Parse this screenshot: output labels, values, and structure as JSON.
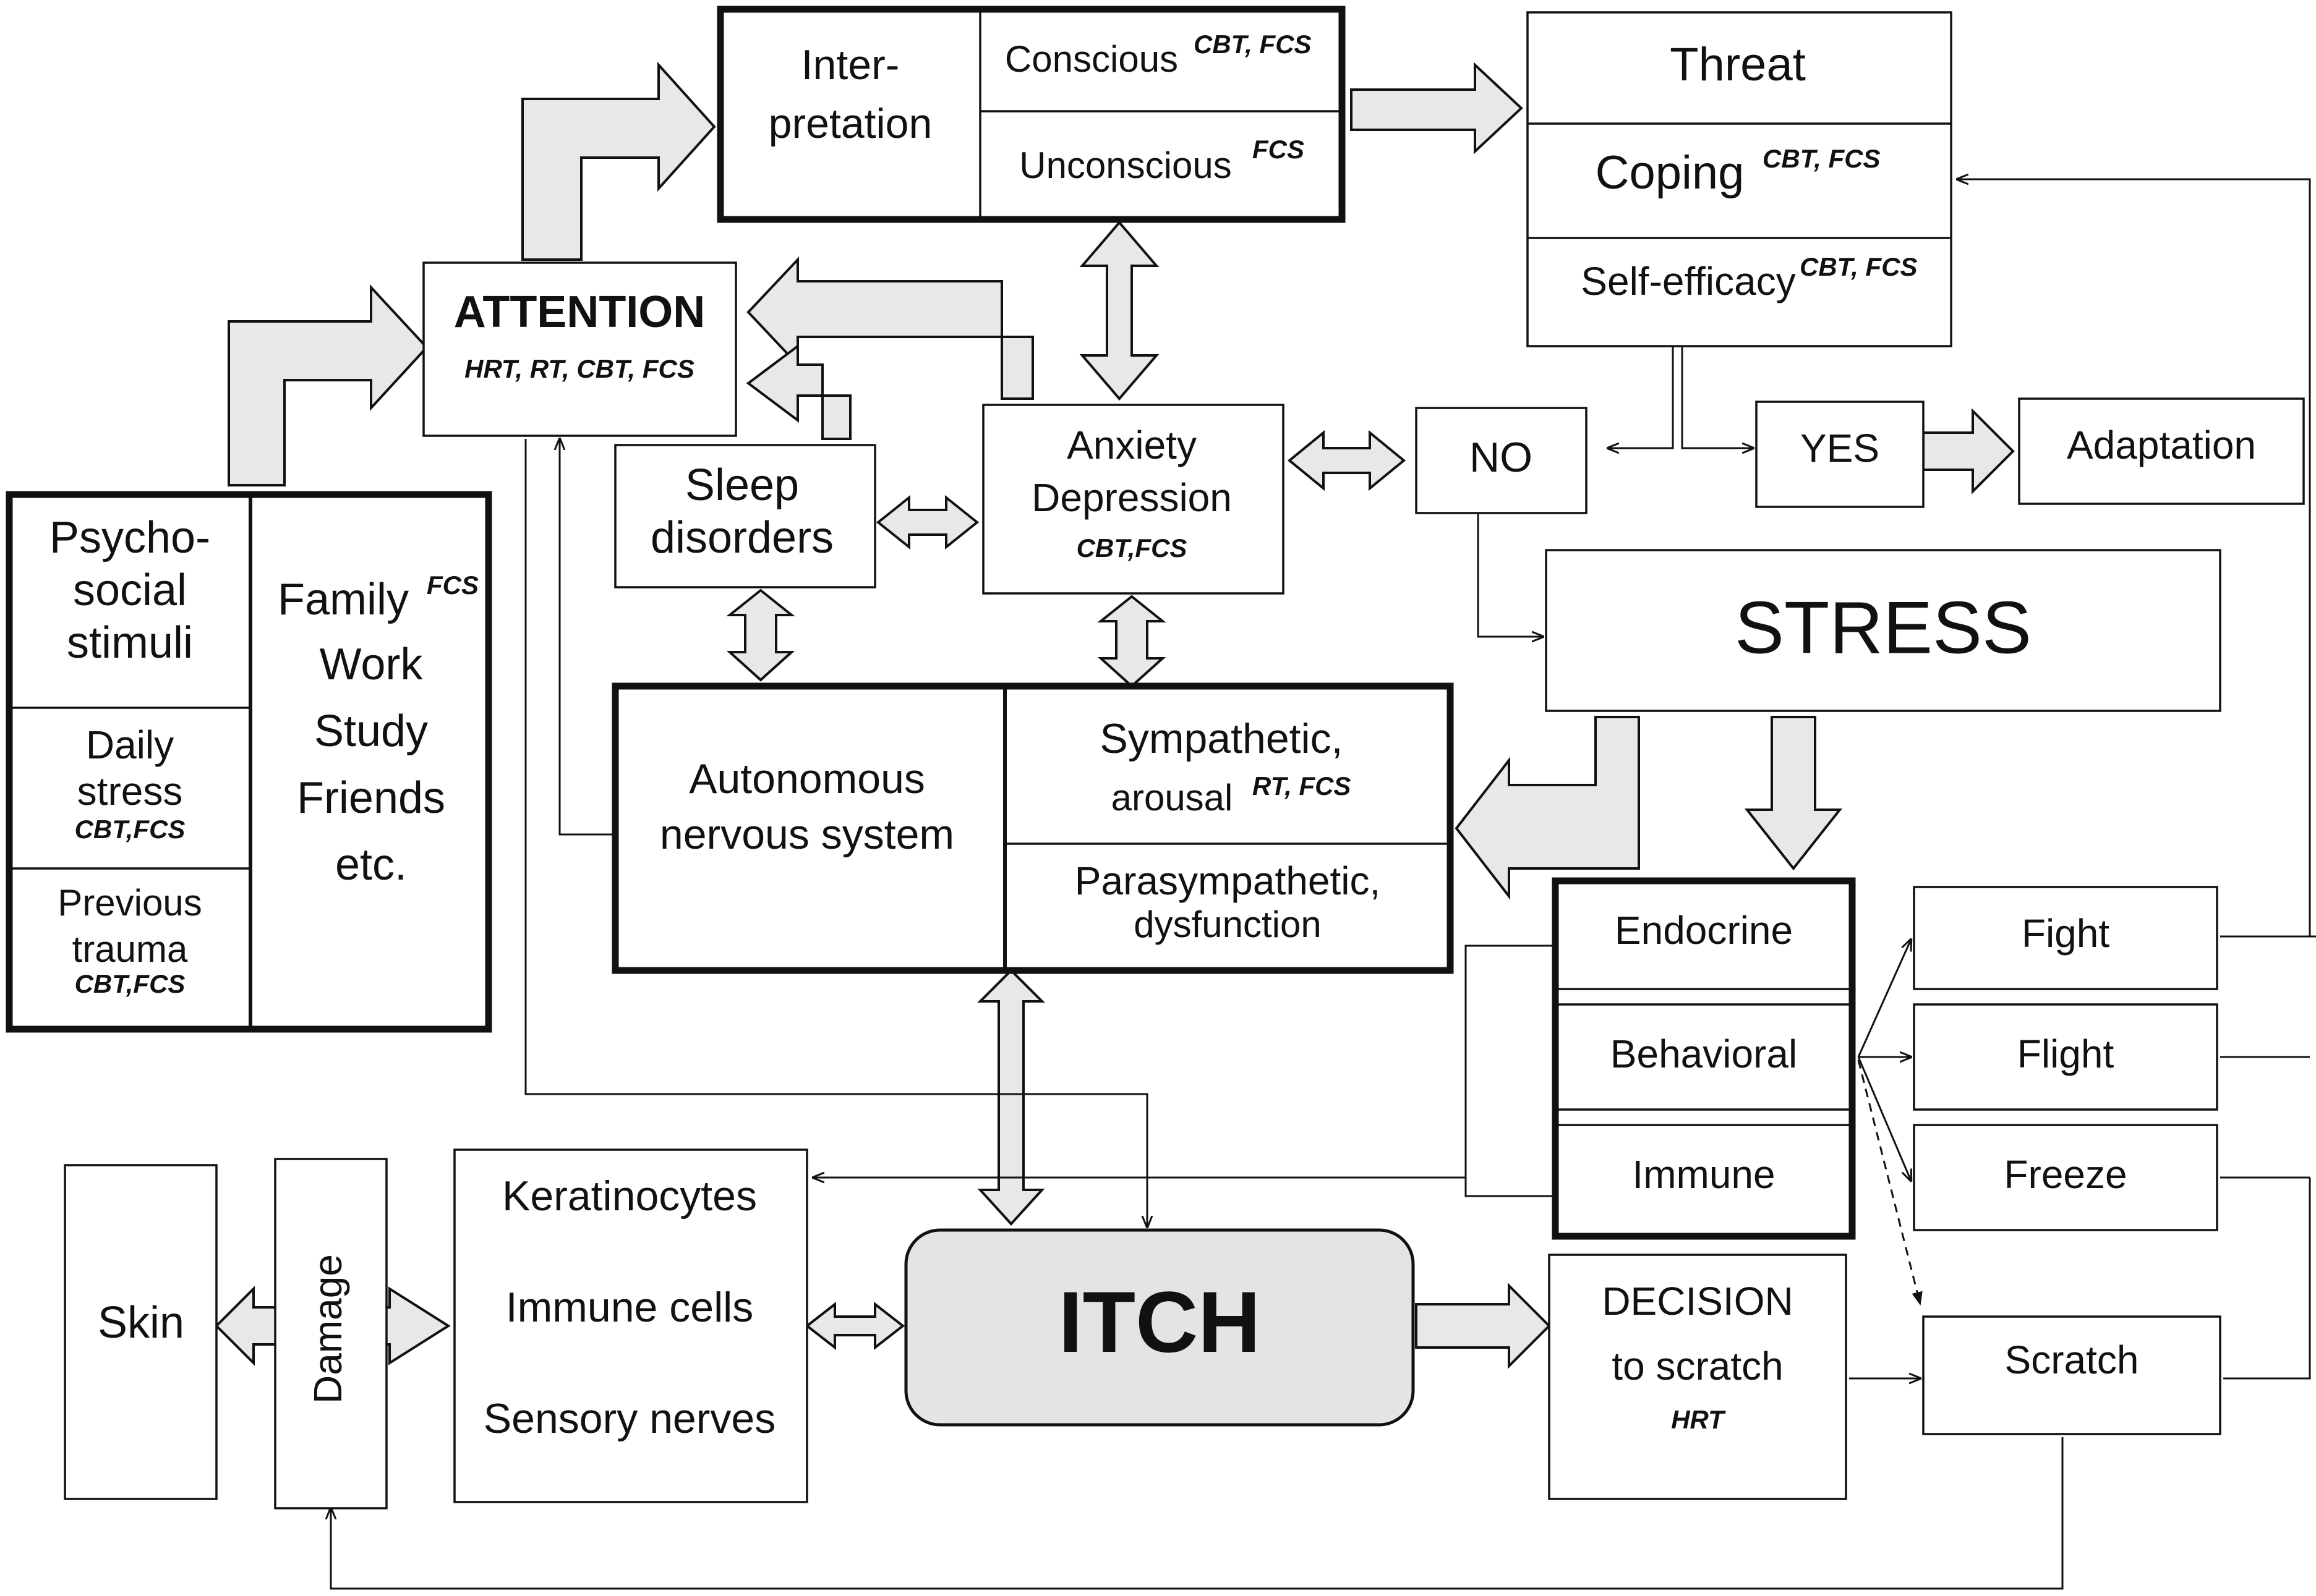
{
  "diagram": {
    "psychosocial": {
      "title_lines": [
        "Psycho-",
        "social",
        "stimuli"
      ],
      "daily_stress": [
        "Daily",
        "stress"
      ],
      "daily_stress_tags": "CBT,FCS",
      "previous_trauma": [
        "Previous",
        "trauma"
      ],
      "previous_trauma_tags": "CBT,FCS",
      "family": "Family",
      "family_tags": "FCS",
      "others": [
        "Work",
        "Study",
        "Friends",
        "etc."
      ]
    },
    "attention": {
      "label": "ATTENTION",
      "tags": "HRT, RT, CBT, FCS"
    },
    "interpretation": {
      "label_lines": [
        "Inter-",
        "pretation"
      ],
      "conscious": "Conscious",
      "conscious_tags": "CBT, FCS",
      "unconscious": "Unconscious",
      "unconscious_tags": "FCS"
    },
    "appraisal": {
      "threat": "Threat",
      "coping": "Coping",
      "coping_tags": "CBT, FCS",
      "self_efficacy": "Self-efficacy",
      "self_efficacy_tags": "CBT, FCS"
    },
    "sleep": [
      "Sleep",
      "disorders"
    ],
    "anxiety": {
      "lines": [
        "Anxiety",
        "Depression"
      ],
      "tags": "CBT,FCS"
    },
    "no": "NO",
    "yes": "YES",
    "adaptation": "Adaptation",
    "stress": "STRESS",
    "ans": {
      "label_lines": [
        "Autonomous",
        "nervous system"
      ],
      "sympathetic": "Sympathetic,",
      "arousal": "arousal",
      "arousal_tags": "RT, FCS",
      "parasympathetic": "Parasympathetic,",
      "dysfunction": "dysfunction"
    },
    "responses": [
      "Endocrine",
      "Behavioral",
      "Immune"
    ],
    "behaviors": [
      "Fight",
      "Flight",
      "Freeze"
    ],
    "skin": "Skin",
    "damage": "Damage",
    "cells": [
      "Keratinocytes",
      "Immune cells",
      "Sensory nerves"
    ],
    "itch": "ITCH",
    "decision": {
      "lines": [
        "DECISION",
        "to scratch"
      ],
      "tags": "HRT"
    },
    "scratch": "Scratch"
  }
}
